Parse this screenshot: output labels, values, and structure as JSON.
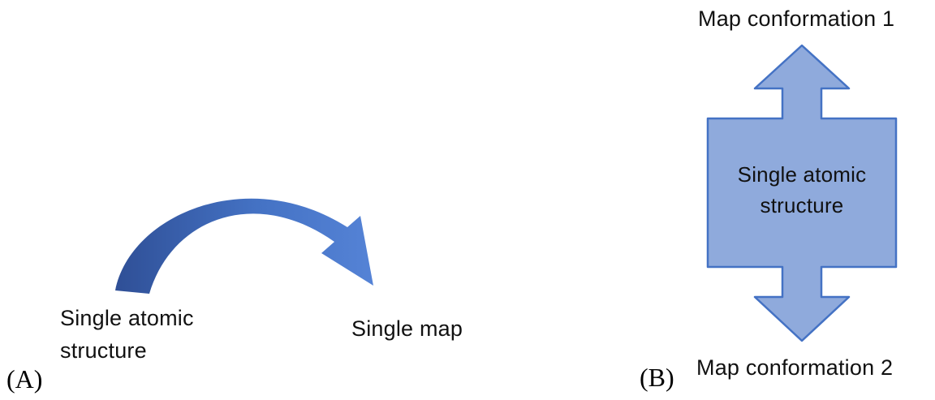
{
  "figure": {
    "background": "#ffffff"
  },
  "panel_a": {
    "label": "(A)",
    "source_label": [
      "Single atomic",
      "structure"
    ],
    "target_label": "Single map",
    "arrow_icon": "curved-right-down-arrow"
  },
  "panel_b": {
    "label": "(B)",
    "top_label": "Map conformation 1",
    "center_label": [
      "Single atomic",
      "structure"
    ],
    "bottom_label": "Map conformation 2",
    "arrow_icon": "double-headed-vertical-block-arrow"
  },
  "colors": {
    "arrow_gradient_start": "#2f4f96",
    "arrow_gradient_mid": "#4472c4",
    "arrow_gradient_end": "#5583d6",
    "shape_fill": "#8faadc",
    "shape_stroke": "#4472c4",
    "text": "#111111"
  }
}
